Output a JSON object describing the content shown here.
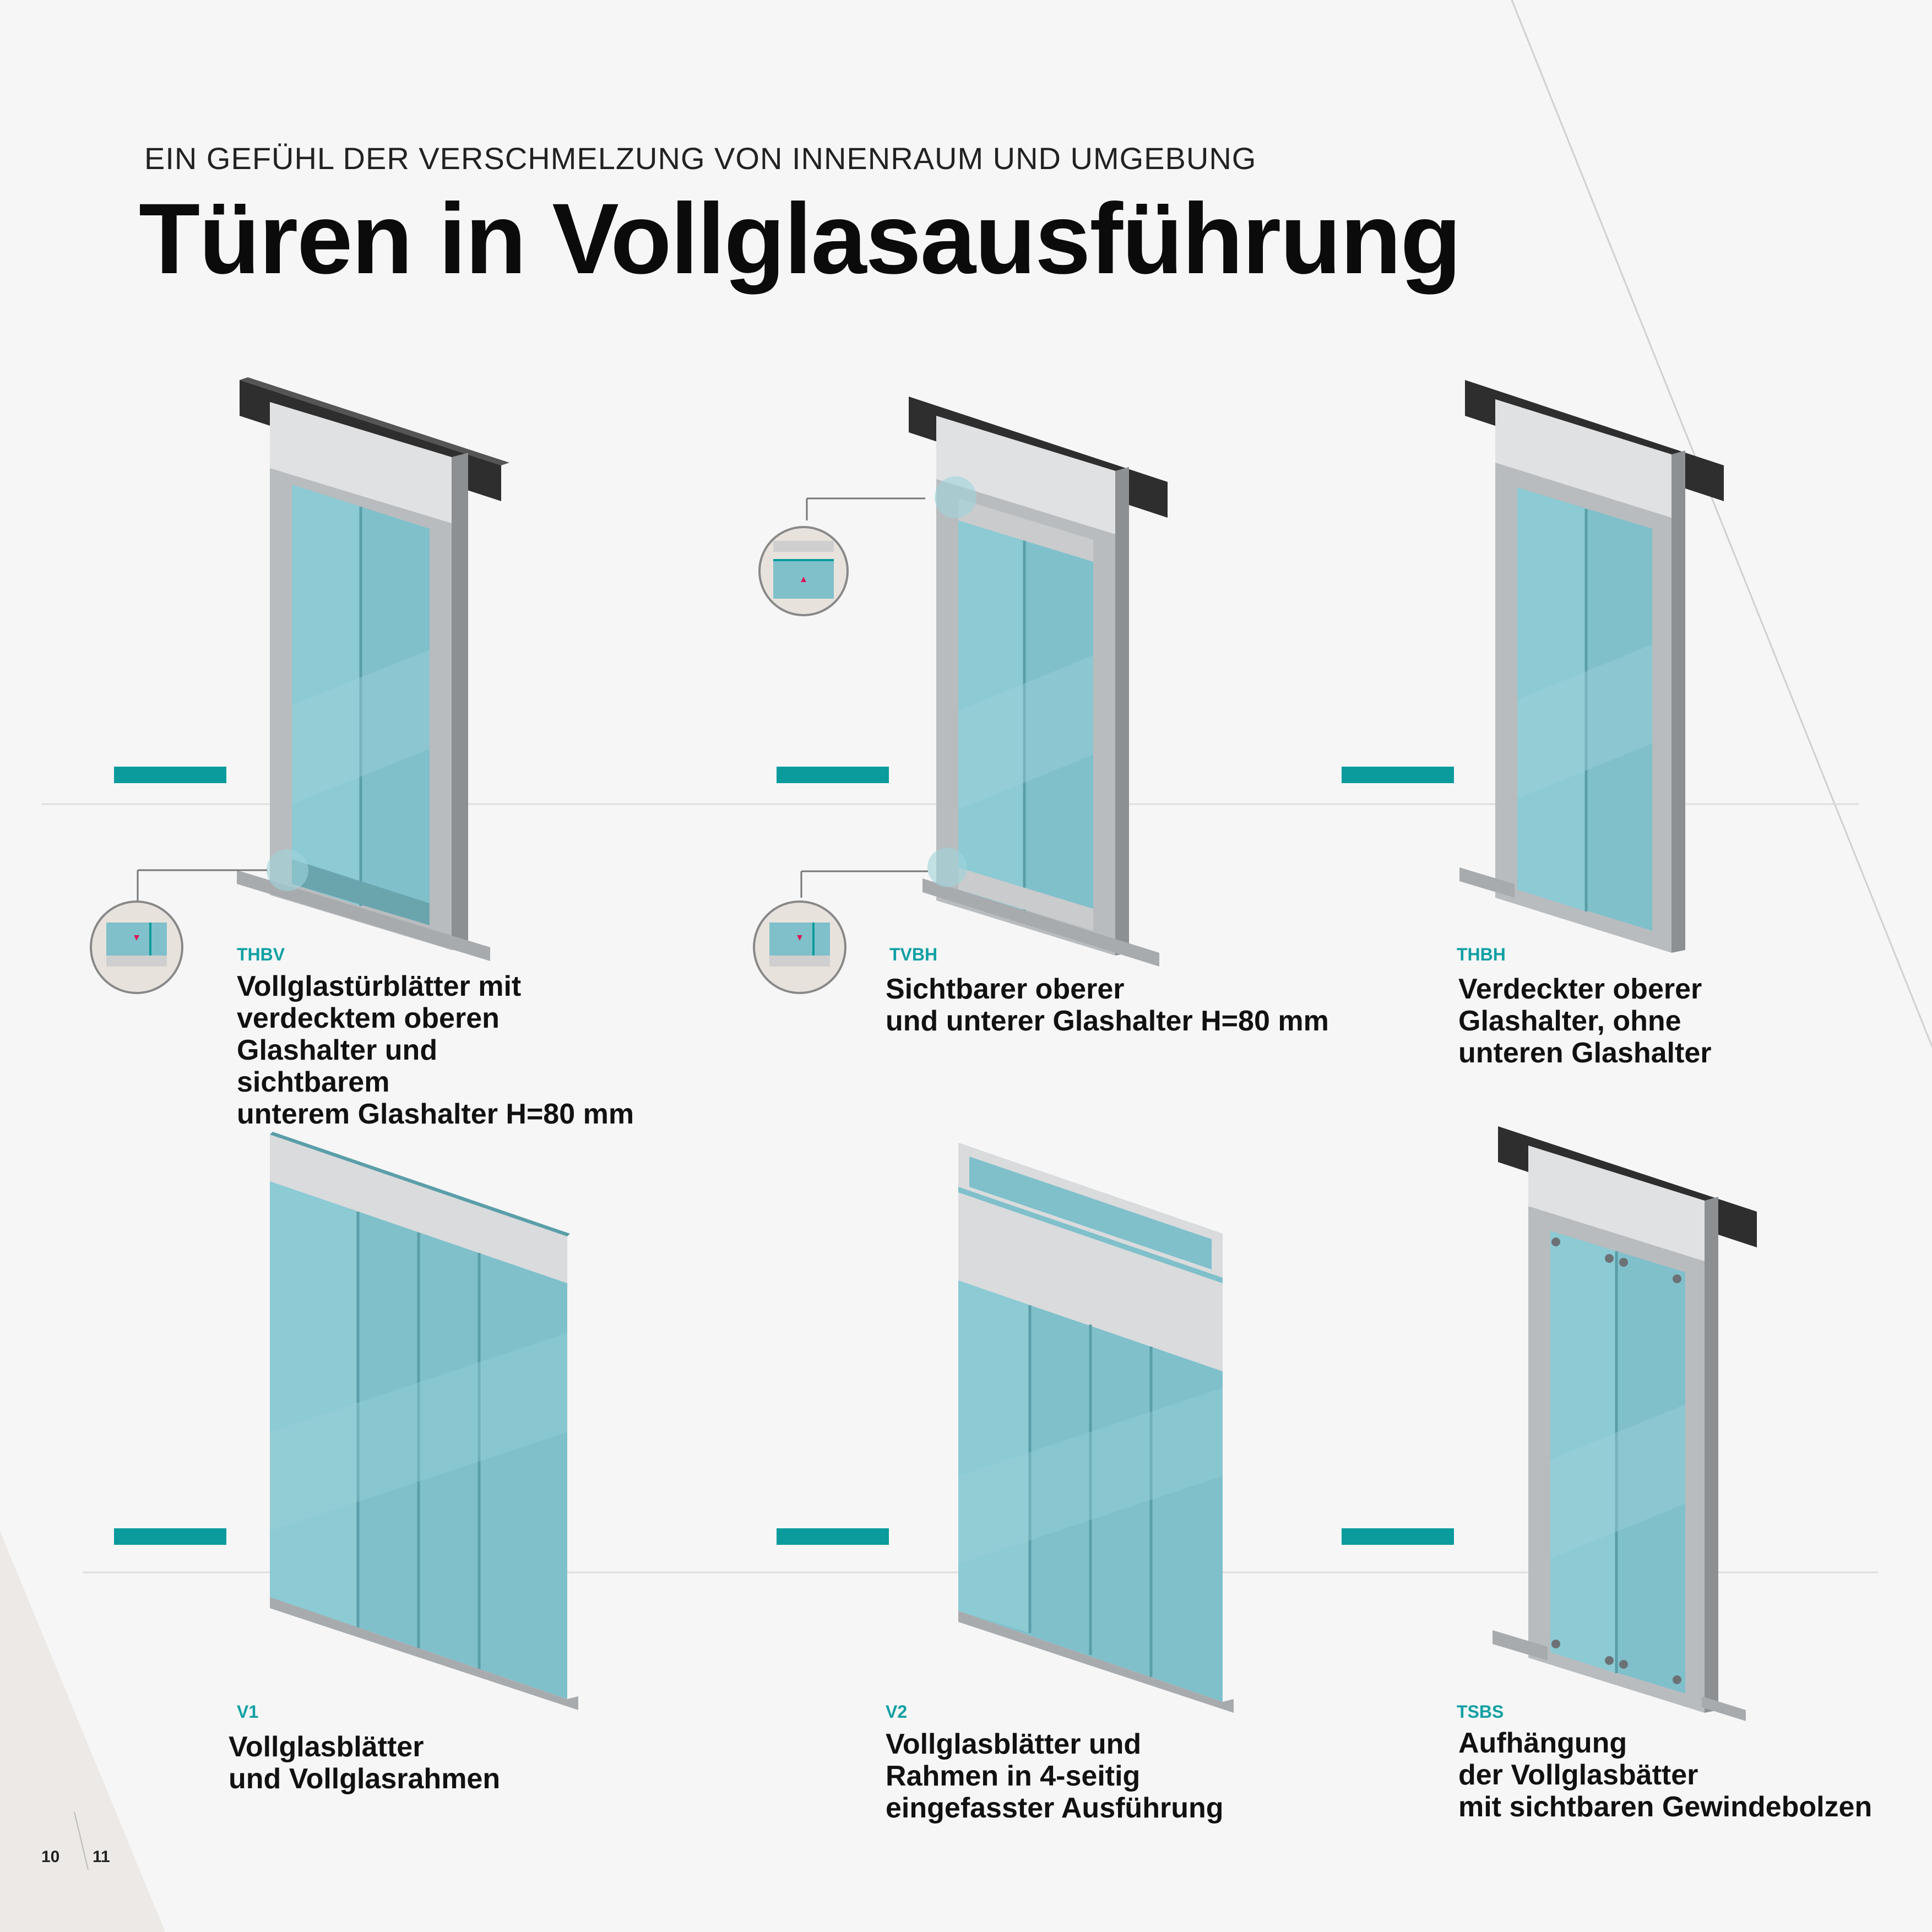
{
  "header": {
    "subtitle": "EIN GEFÜHL DER VERSCHMELZUNG VON INNENRAUM UND UMGEBUNG",
    "title": "Türen in Vollglasausführung"
  },
  "colors": {
    "accent": "#0b9b9c",
    "glass": "#82c3cd",
    "frame": "#c9cbcd",
    "rail": "#2b2b2b",
    "marker": "#d8185a"
  },
  "variants": [
    {
      "code": "THBV",
      "description": "Vollglastürblätter mit\nverdecktem oberen\nGlashalter und\nsichtbarem\nunterem Glashalter H=80 mm"
    },
    {
      "code": "TVBH",
      "description": "Sichtbarer oberer\nund unterer Glashalter H=80 mm"
    },
    {
      "code": "THBH",
      "description": "Verdeckter oberer\nGlashalter, ohne\nunteren Glashalter"
    },
    {
      "code": "V1",
      "description": "Vollglasblätter\nund Vollglasrahmen"
    },
    {
      "code": "V2",
      "description": "Vollglasblätter und\nRahmen in 4-seitig\neingefasster Ausführung"
    },
    {
      "code": "TSBS",
      "description": "Aufhängung\nder Vollglasbätter\nmit sichtbaren Gewindebolzen"
    }
  ],
  "footer": {
    "page_left": "10",
    "page_right": "11"
  }
}
